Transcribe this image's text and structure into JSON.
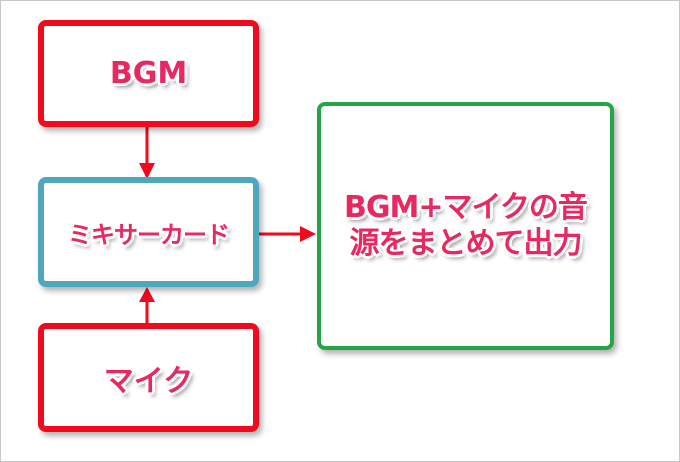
{
  "nodes": {
    "bgm": "BGM",
    "mixer": "ミキサーカード",
    "mic": "マイク",
    "output_line1": "BGM+マイクの音",
    "output_line2": "源をまとめて出力"
  },
  "colors": {
    "red": "#f00a1e",
    "blue": "#4ea7bd",
    "green": "#27a446",
    "text": "#e8285f"
  }
}
